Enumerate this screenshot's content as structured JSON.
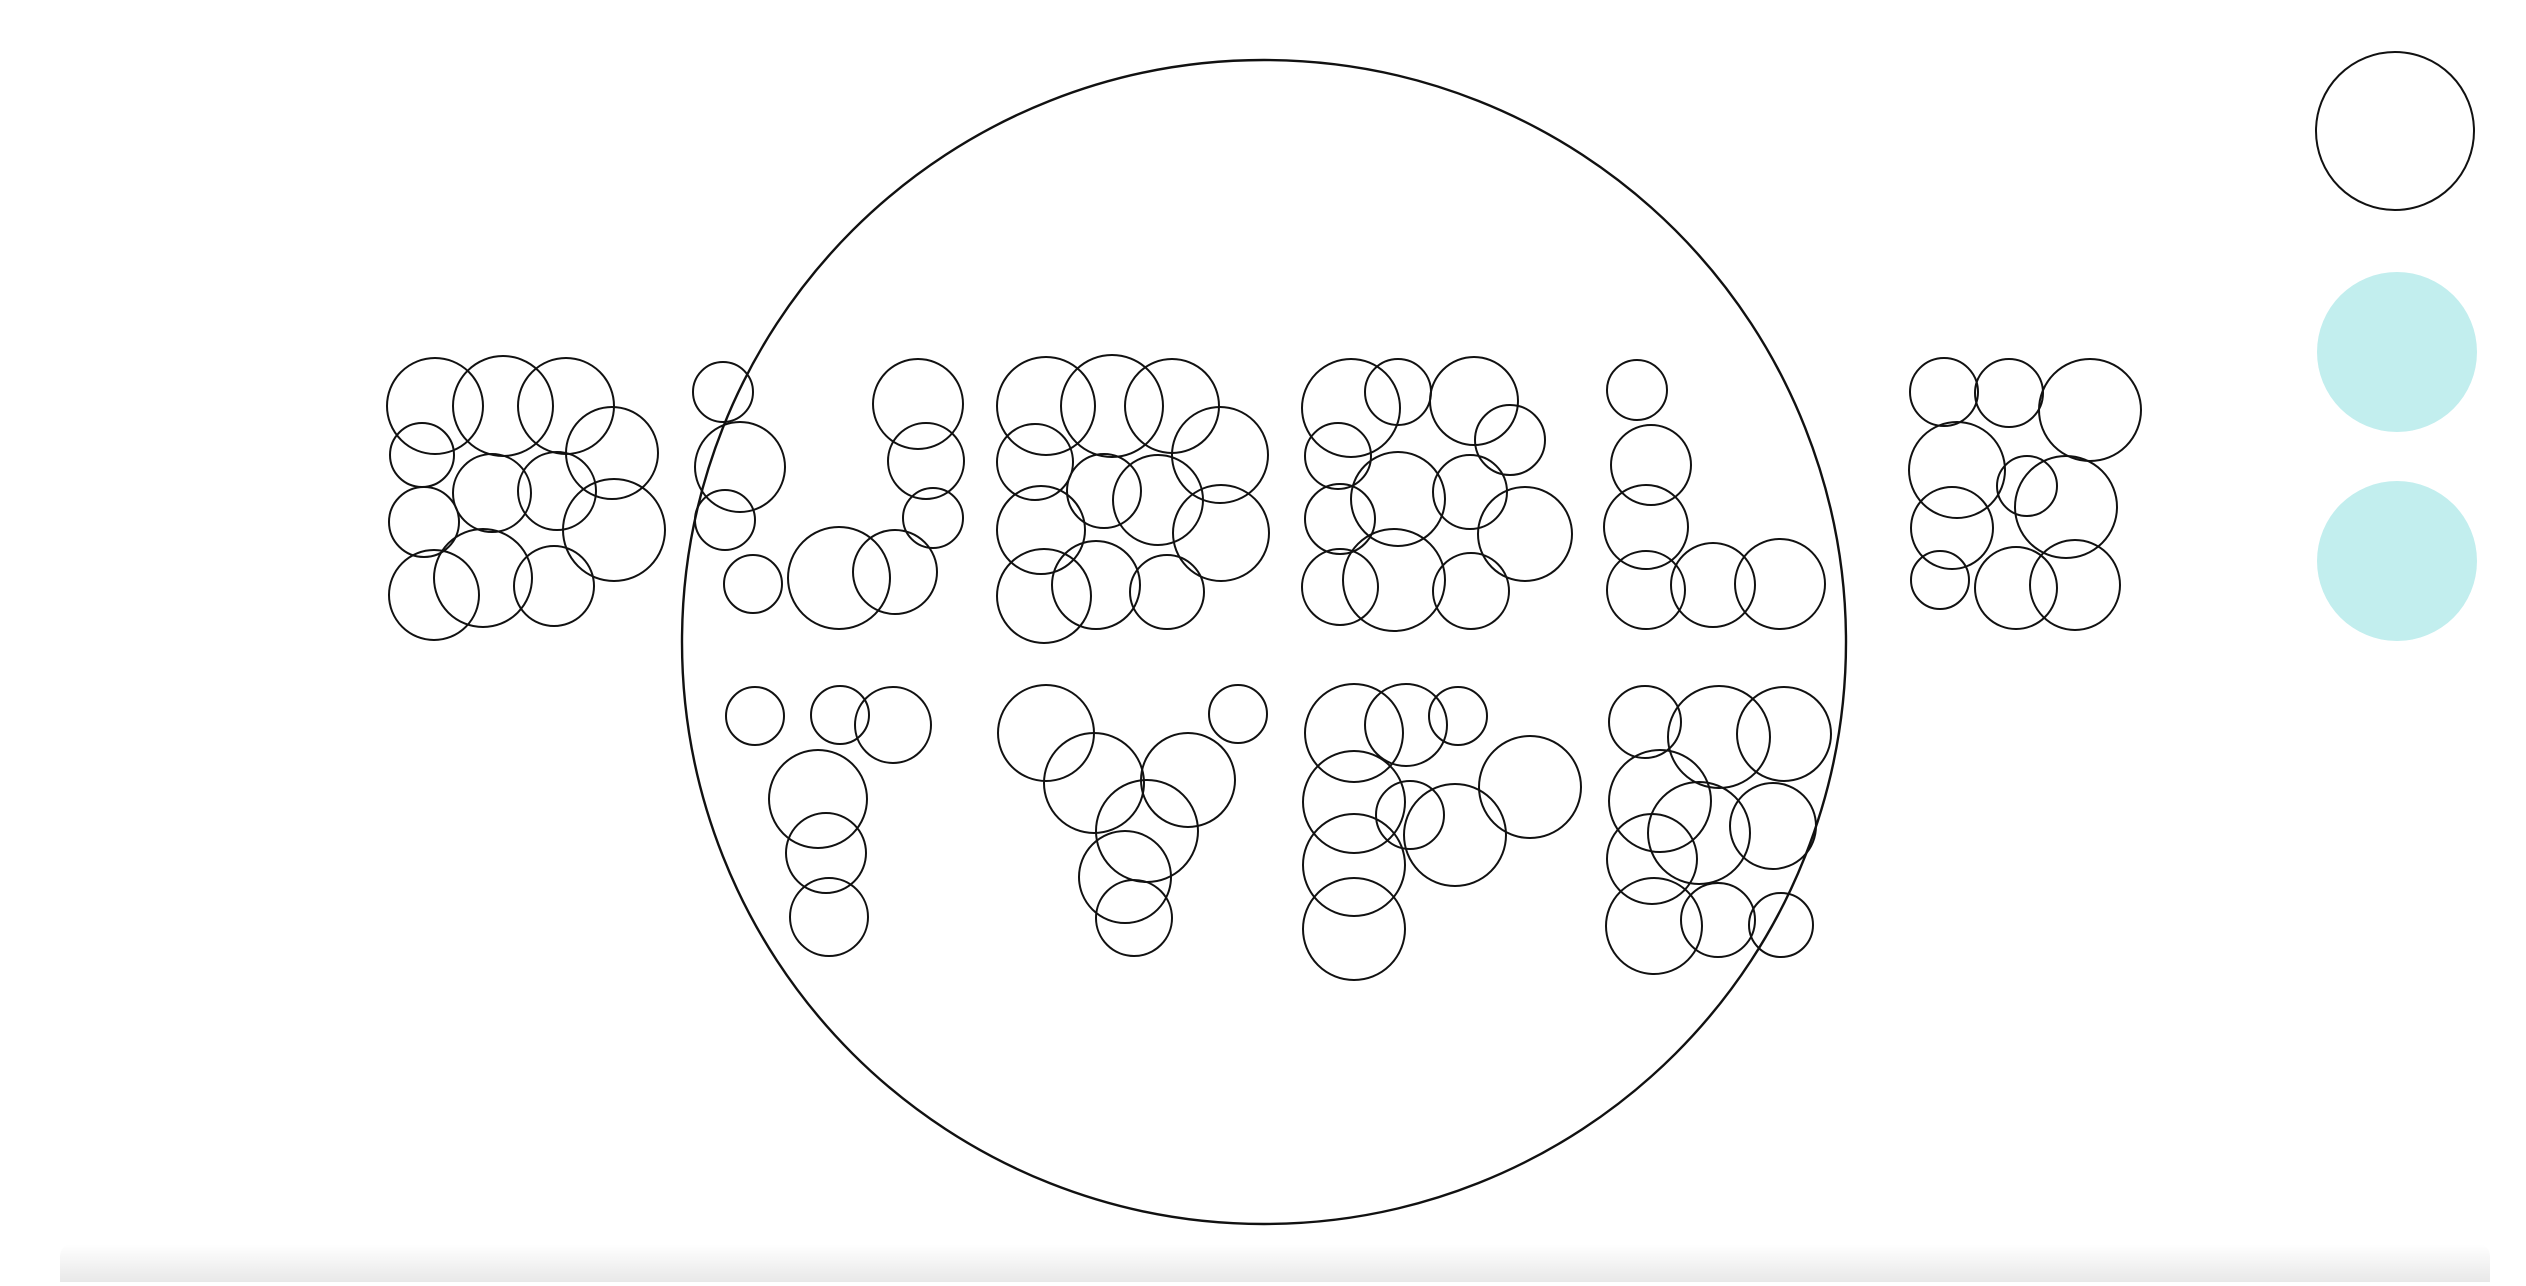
{
  "canvas": {
    "background": "#ffffff",
    "stroke_color": "#111111"
  },
  "artwork": {
    "lines": [
      "BUBBLE",
      "TYPE"
    ],
    "style": "outlined-circles"
  },
  "swatches": [
    {
      "name": "outline",
      "fill": "#ffffff",
      "border": "#111111"
    },
    {
      "name": "aqua-1",
      "fill": "#c2eeee",
      "border": "none"
    },
    {
      "name": "aqua-2",
      "fill": "#c2eeee",
      "border": "none"
    }
  ]
}
